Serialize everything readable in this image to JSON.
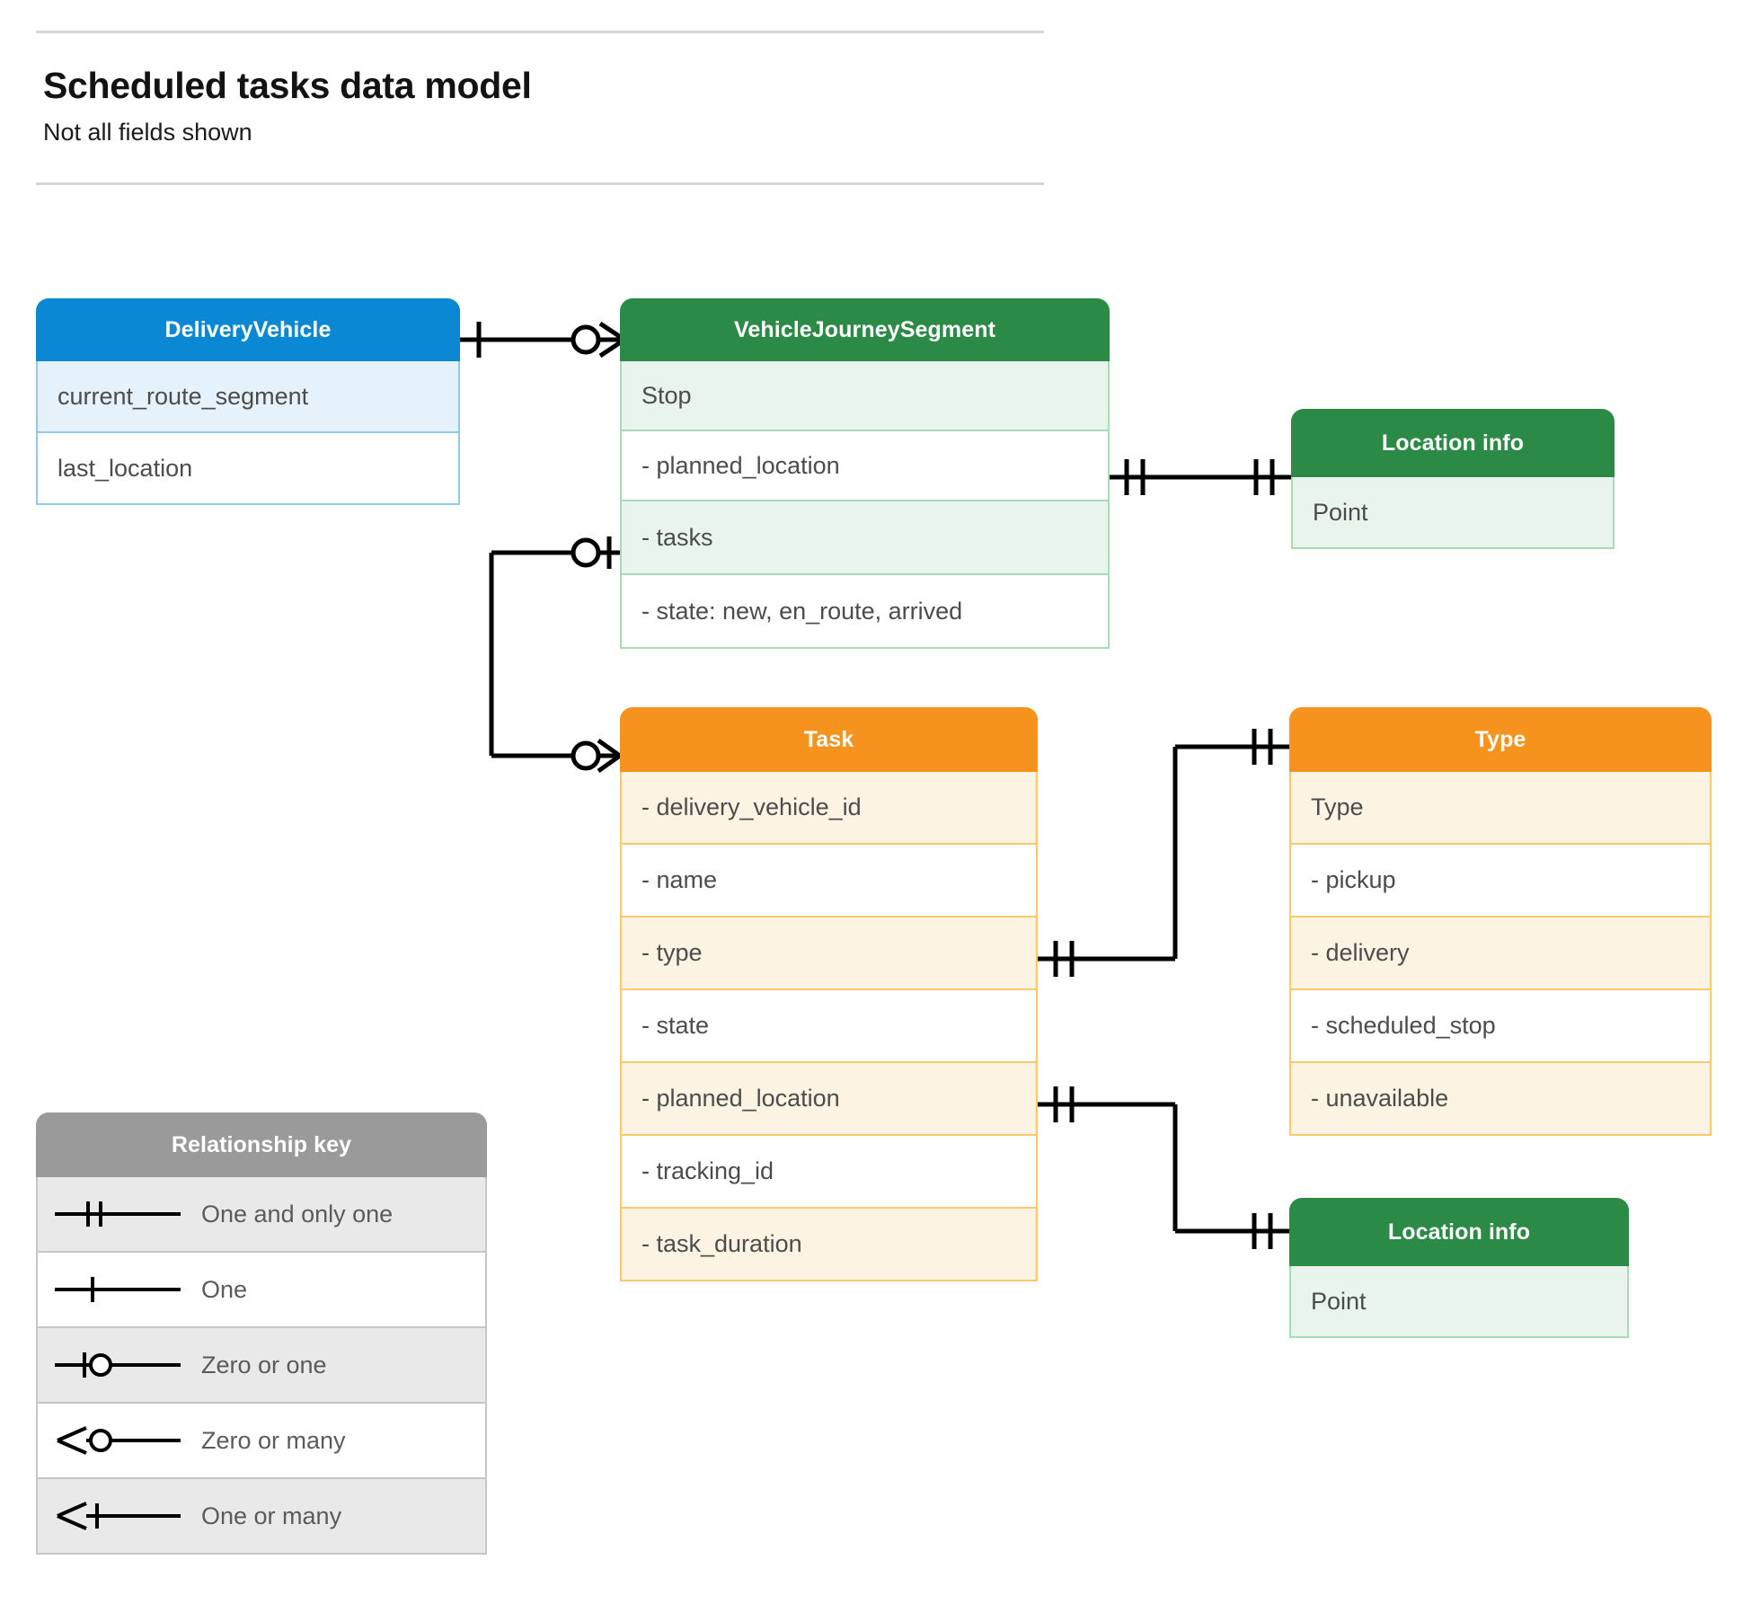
{
  "header": {
    "title": "Scheduled tasks data model",
    "subtitle": "Not all fields shown"
  },
  "palette": {
    "blue": "#0b88d4",
    "blue_tint": "#e6f2fb",
    "blue_border": "#8fcbee",
    "green": "#2b8a46",
    "green_tint": "#e9f5ec",
    "green_border": "#a8dcb6",
    "orange": "#f6921e",
    "orange_tint": "#fdf3e2",
    "orange_border": "#fbc86a",
    "grey": "#9a9a9a",
    "grey_tint": "#e9e9e9",
    "grey_border": "#c6c6c6",
    "text": "#4c4c4c",
    "line": "#000000"
  },
  "entities": {
    "delivery_vehicle": {
      "title": "DeliveryVehicle",
      "rows": [
        "current_route_segment",
        "last_location"
      ]
    },
    "vehicle_journey_segment": {
      "title": "VehicleJourneySegment",
      "rows": [
        "Stop",
        "-  planned_location",
        "- tasks",
        "- state: new, en_route, arrived"
      ]
    },
    "location_info_top": {
      "title": "Location info",
      "rows": [
        "Point"
      ]
    },
    "task": {
      "title": "Task",
      "rows": [
        "- delivery_vehicle_id",
        "- name",
        "- type",
        "- state",
        "- planned_location",
        "- tracking_id",
        "- task_duration"
      ]
    },
    "type": {
      "title": "Type",
      "rows": [
        "Type",
        "-   pickup",
        "-   delivery",
        "-   scheduled_stop",
        "-   unavailable"
      ]
    },
    "location_info_bottom": {
      "title": "Location info",
      "rows": [
        "Point"
      ]
    }
  },
  "legend": {
    "title": "Relationship key",
    "items": [
      {
        "label": "One and only one",
        "symbol": "one-and-only-one"
      },
      {
        "label": "One",
        "symbol": "one"
      },
      {
        "label": "Zero or one",
        "symbol": "zero-or-one"
      },
      {
        "label": "Zero or many",
        "symbol": "zero-or-many"
      },
      {
        "label": "One or many",
        "symbol": "one-or-many"
      }
    ]
  },
  "relationships": [
    {
      "from": "delivery_vehicle",
      "from_card": "one",
      "to": "vehicle_journey_segment",
      "to_card": "zero-or-many"
    },
    {
      "from": "vehicle_journey_segment.planned_location",
      "from_card": "one-and-only-one",
      "to": "location_info_top",
      "to_card": "one-and-only-one"
    },
    {
      "from": "vehicle_journey_segment.tasks",
      "from_card": "zero-or-one",
      "to": "task",
      "to_card": "zero-or-many"
    },
    {
      "from": "task.type",
      "from_card": "one-and-only-one",
      "to": "type",
      "to_card": "one-and-only-one"
    },
    {
      "from": "task.planned_location",
      "from_card": "one-and-only-one",
      "to": "location_info_bottom",
      "to_card": "one-and-only-one"
    }
  ]
}
